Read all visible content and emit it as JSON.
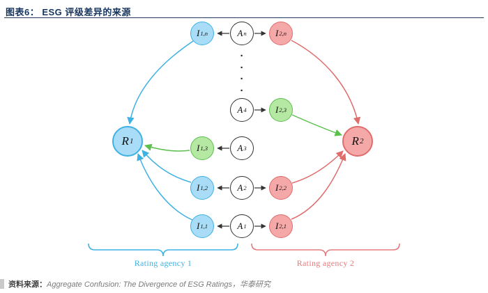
{
  "title": "图表6： ESG 评级差异的来源",
  "footer": {
    "source_label": "资料来源：",
    "source_text": "Aggregate Confusion: The Divergence of ESG Ratings，华泰研究"
  },
  "diagram": {
    "dot": "·",
    "agency1_label": "Rating agency 1",
    "agency2_label": "Rating agency 2",
    "nodes": {
      "r1": {
        "main": "R",
        "sub": "1"
      },
      "r2": {
        "main": "R",
        "sub": "2"
      },
      "i1n": {
        "main": "I",
        "sub": "1,n"
      },
      "i13": {
        "main": "I",
        "sub": "1,3"
      },
      "i12": {
        "main": "I",
        "sub": "1,2"
      },
      "i11": {
        "main": "I",
        "sub": "1,1"
      },
      "i2n": {
        "main": "I",
        "sub": "2,n"
      },
      "i23": {
        "main": "I",
        "sub": "2,3"
      },
      "i22": {
        "main": "I",
        "sub": "2,2"
      },
      "i21": {
        "main": "I",
        "sub": "2,1"
      },
      "an": {
        "main": "A",
        "sub": "n"
      },
      "a4": {
        "main": "A",
        "sub": "4"
      },
      "a3": {
        "main": "A",
        "sub": "3"
      },
      "a2": {
        "main": "A",
        "sub": "2"
      },
      "a1": {
        "main": "A",
        "sub": "1"
      }
    }
  },
  "colors": {
    "agency1_blue": "#3fb1e3",
    "agency2_red": "#e06c6c",
    "green": "#5cbf4e",
    "blue_fill": "#a9dcf7",
    "red_fill": "#f5a8a8",
    "green_fill": "#b5e8a3",
    "node_black": "#333333",
    "title_navy": "#16355e"
  }
}
